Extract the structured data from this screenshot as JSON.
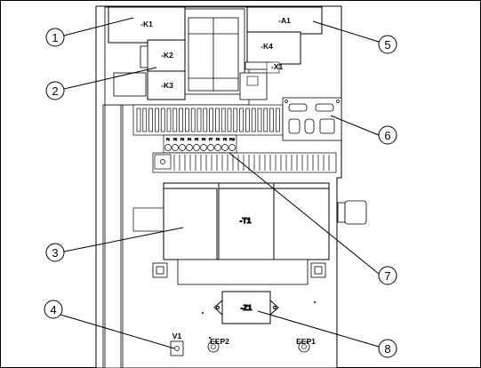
{
  "labels": {
    "k1": "-K1",
    "k2": "-K2",
    "k3": "-K3",
    "k4": "-K4",
    "a1": "-A1",
    "x1": "-X1",
    "t1": "-T1",
    "z1": "-Z1",
    "v1": "V1",
    "eep1": "EEP1",
    "eep2": "EEP2"
  },
  "callouts": [
    "1",
    "2",
    "3",
    "4",
    "5",
    "6",
    "7",
    "8"
  ],
  "fuse_labels": [
    "F1",
    "F2",
    "F3",
    "F4",
    "F5",
    "F6",
    "F7",
    "F8",
    "F9",
    "F10"
  ]
}
